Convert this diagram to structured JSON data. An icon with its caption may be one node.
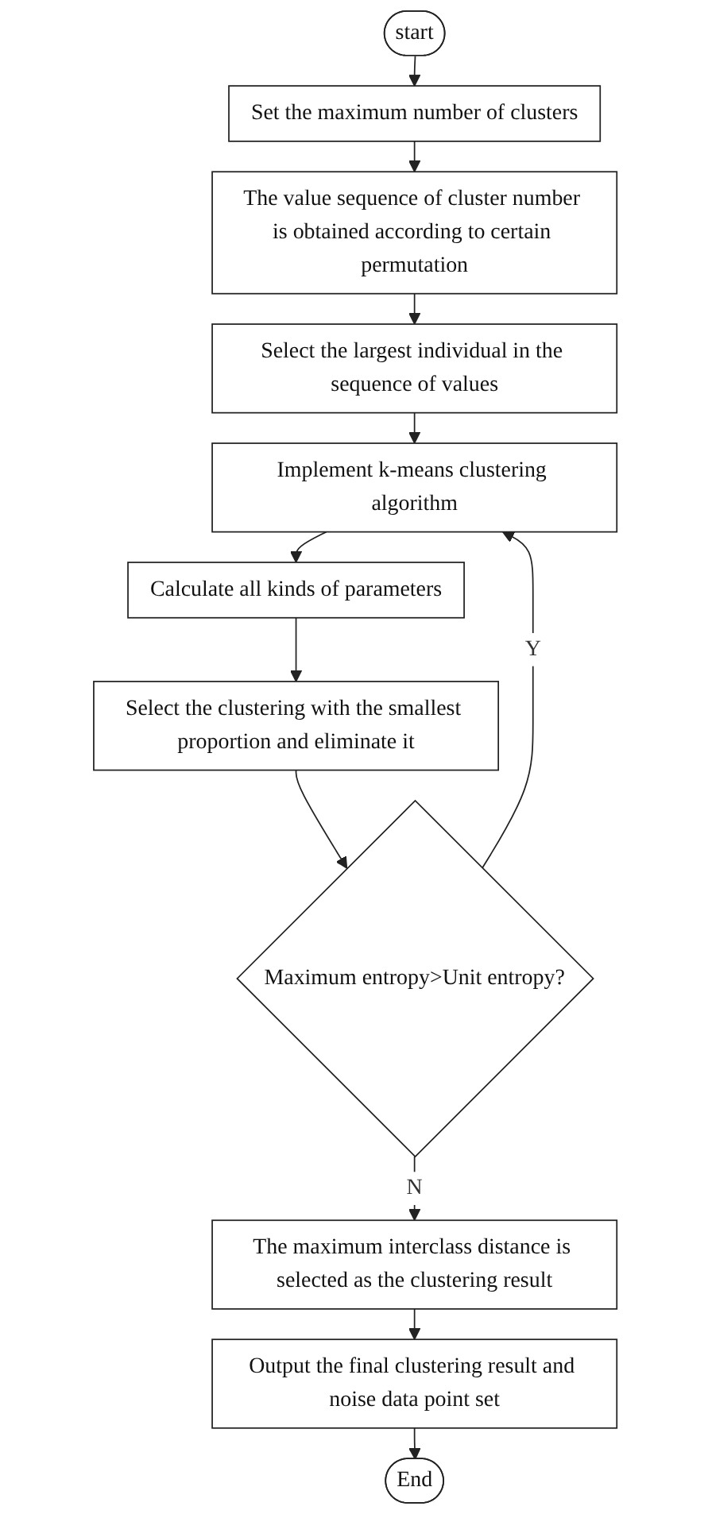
{
  "diagram": {
    "nodes": [
      {
        "text": [
          "start"
        ]
      },
      {
        "text": [
          "Set the maximum number of clusters"
        ]
      },
      {
        "text": [
          "The value sequence of cluster number is obtained according to certain permutation"
        ]
      },
      {
        "text": [
          "Select the largest individual in the sequence of values"
        ]
      },
      {
        "text": [
          "Implement k-means clustering algorithm"
        ]
      },
      {
        "text": [
          "Calculate all kinds of parameters"
        ]
      },
      {
        "text": [
          "Select the clustering with the smallest proportion and eliminate it"
        ]
      },
      {
        "text": [
          "Maximum entropy>Unit entropy?"
        ]
      },
      {
        "text": [
          "The maximum interclass distance is selected as the clustering result"
        ]
      },
      {
        "text": [
          "Output the final clustering result and noise data point set"
        ]
      },
      {
        "text": [
          "End"
        ]
      }
    ],
    "edges": [
      {
        "from": 0,
        "to": 1,
        "arrow": "to"
      },
      {
        "from": 1,
        "to": 2,
        "arrow": "to"
      },
      {
        "from": 2,
        "to": 3,
        "arrow": "to"
      },
      {
        "from": 3,
        "to": 4,
        "arrow": "to"
      },
      {
        "from": 4,
        "to": 5,
        "arrow": "to"
      },
      {
        "from": 5,
        "to": 6,
        "arrow": "to"
      },
      {
        "from": 6,
        "to": 7,
        "arrow": "to"
      },
      {
        "from": 7,
        "to": 4,
        "arrow": "to",
        "label": "Y"
      },
      {
        "from": 7,
        "to": 8,
        "arrow": "to",
        "label": "N"
      },
      {
        "from": 8,
        "to": 9,
        "arrow": "to"
      },
      {
        "from": 9,
        "to": 10,
        "arrow": "to"
      }
    ]
  }
}
